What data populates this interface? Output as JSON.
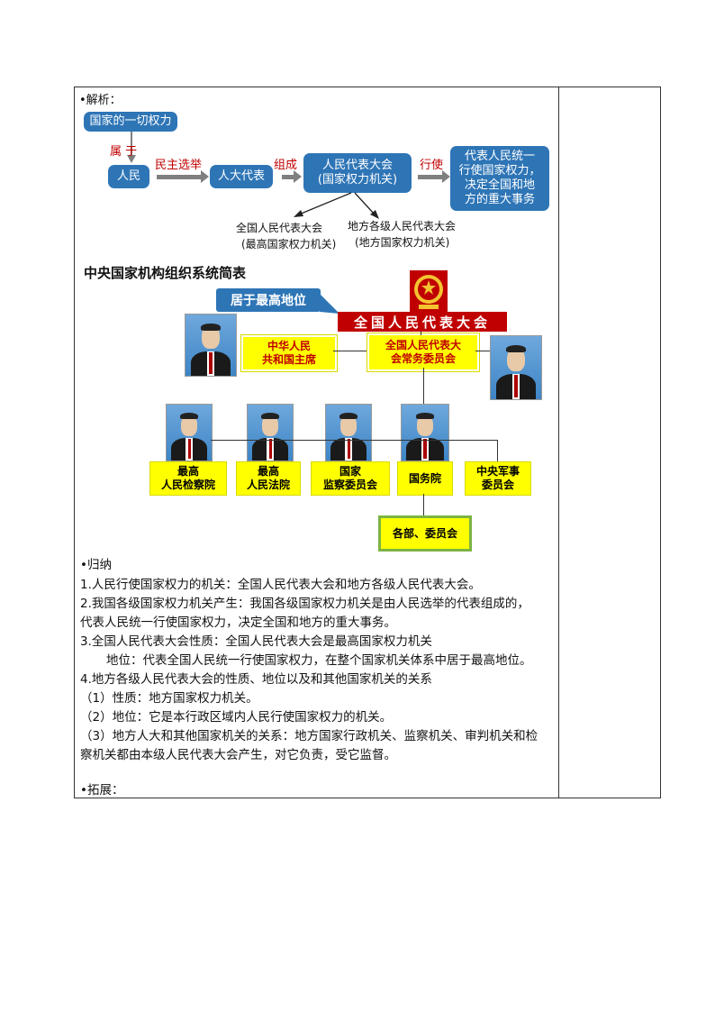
{
  "analysis_label": "•解析：",
  "flow": {
    "top_box": "国家的一切权力",
    "belongs_label": "属 于",
    "people": "人民",
    "election_label": "民主选举",
    "deputies": "人大代表",
    "form_label": "组成",
    "npc_line1": "人民代表大会",
    "npc_line2": "(国家权力机关)",
    "exercise_label": "行使",
    "result_line1": "代表人民统一",
    "result_line2": "行使国家权力，",
    "result_line3": "决定全国和地",
    "result_line4": "方的重大事务",
    "branch_left_line1": "全国人民代表大会",
    "branch_left_line2": "(最高国家权力机关)",
    "branch_right_line1": "地方各级人民代表大会",
    "branch_right_line2": "(地方国家权力机关)"
  },
  "org": {
    "title": "中央国家机构组织系统简表",
    "supreme_callout": "居于最高地位",
    "npc_banner": "全国人民代表大会",
    "president_line1": "中华人民",
    "president_line2": "共和国主席",
    "standing_line1": "全国人民代表大",
    "standing_line2": "会常务委员会",
    "procuratorate_line1": "最高",
    "procuratorate_line2": "人民检察院",
    "court_line1": "最高",
    "court_line2": "人民法院",
    "supervision_line1": "国家",
    "supervision_line2": "监察委员会",
    "state_council": "国务院",
    "military_line1": "中央军事",
    "military_line2": "委员会",
    "ministries": "各部、委员会"
  },
  "summary": {
    "heading": "•归纳",
    "line1": "1.人民行使国家权力的机关：全国人民代表大会和地方各级人民代表大会。",
    "line2": "2.我国各级国家权力机关产生：我国各级国家权力机关是由人民选举的代表组成的，",
    "line3": "代表人民统一行使国家权力，决定全国和地方的重大事务。",
    "line4": "3.全国人民代表大会性质：全国人民代表大会是最高国家权力机关",
    "line5": "地位：代表全国人民统一行使国家权力，在整个国家机关体系中居于最高地位。",
    "line6": "4.地方各级人民代表大会的性质、地位以及和其他国家机关的关系",
    "line7": "（1）性质：地方国家权力机关。",
    "line8": "（2）地位：它是本行政区域内人民行使国家权力的机关。",
    "line9": "（3）地方人大和其他国家机关的关系：地方国家行政机关、监察机关、审判机关和检",
    "line10": "察机关都由本级人民代表大会产生，对它负责，受它监督。"
  },
  "extension_label": "•拓展：",
  "colors": {
    "flow_blue": "#2e75b6",
    "red": "#c00000",
    "yellow": "#ffff00",
    "green": "#7cb342"
  }
}
